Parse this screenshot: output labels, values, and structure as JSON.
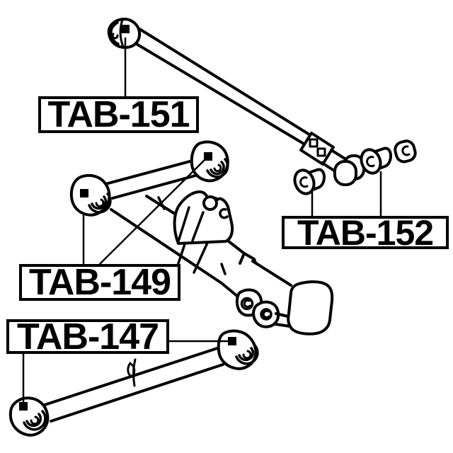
{
  "canvas": {
    "background": "#ffffff",
    "line_color": "#000000"
  },
  "labels": {
    "tab151": "TAB-151",
    "tab152": "TAB-152",
    "tab149": "TAB-149",
    "tab147": "TAB-147"
  }
}
